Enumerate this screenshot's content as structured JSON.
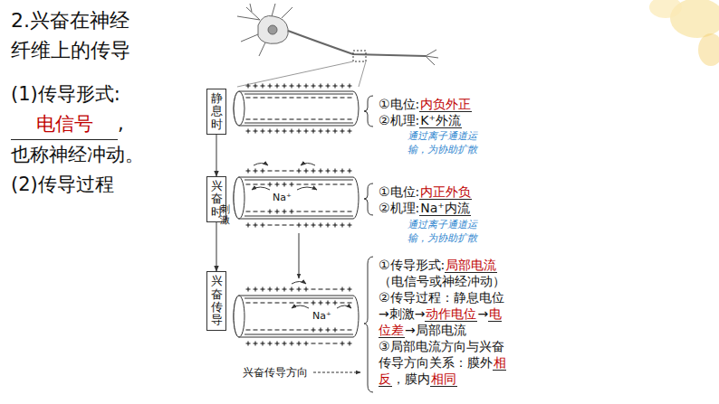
{
  "diagram": {
    "title": "2.兴奋在神经纤维上的传导",
    "nodes": [
      {
        "text": [
          "静息时"
        ]
      },
      {
        "text": [
          "兴奋时"
        ]
      },
      {
        "text": [
          "兴奋传导"
        ]
      }
    ],
    "edges": [
      {
        "from": 0,
        "to": 1,
        "label": "刺激",
        "arrow": "to"
      },
      {
        "from": 1,
        "to": 2,
        "arrow": "to"
      }
    ],
    "labels": [
      "(1)传导形式:",
      "电信号",
      ",",
      "也称神经冲动。",
      "(2)传导过程",
      "①电位:",
      "内负外正",
      "②机理:",
      "K⁺外流",
      "通过离子通道运输，为协助扩散",
      "①电位:",
      "内正外负",
      "②机理:",
      "Na⁺内流",
      "通过离子通道运输，为协助扩散",
      "①传导形式:",
      "局部电流",
      "（电信号或神经冲动）",
      "②传导过程：静息电位→刺激→",
      "动作电位",
      "→",
      "电位差",
      "→局部电流",
      "③局部电流方向与兴奋传导方向关系：膜外",
      "相反",
      "，膜内",
      "相同",
      "Na⁺",
      "Na⁺",
      "兴奋传导方向"
    ]
  }
}
